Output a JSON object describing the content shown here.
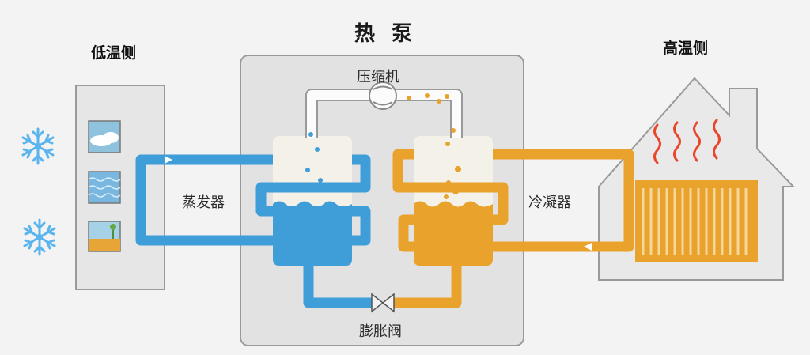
{
  "title": "热 泵",
  "low_side_label": "低温侧",
  "high_side_label": "高温侧",
  "components": {
    "compressor": "压缩机",
    "evaporator": "蒸发器",
    "condenser": "冷凝器",
    "expansion_valve": "膨胀阀"
  },
  "colors": {
    "cold_loop": "#3f9dd8",
    "hot_loop": "#e9a22c",
    "panel": "#e2e2e2",
    "outline": "#9a9a9a",
    "heat_wave": "#e8472b",
    "snowflake": "#5ab4ee"
  },
  "icons": [
    "snowflake-icon",
    "sky-icon",
    "water-icon",
    "ground-icon",
    "house-icon",
    "heat-wave-icon",
    "radiator-icon",
    "valve-icon",
    "compressor-icon"
  ]
}
